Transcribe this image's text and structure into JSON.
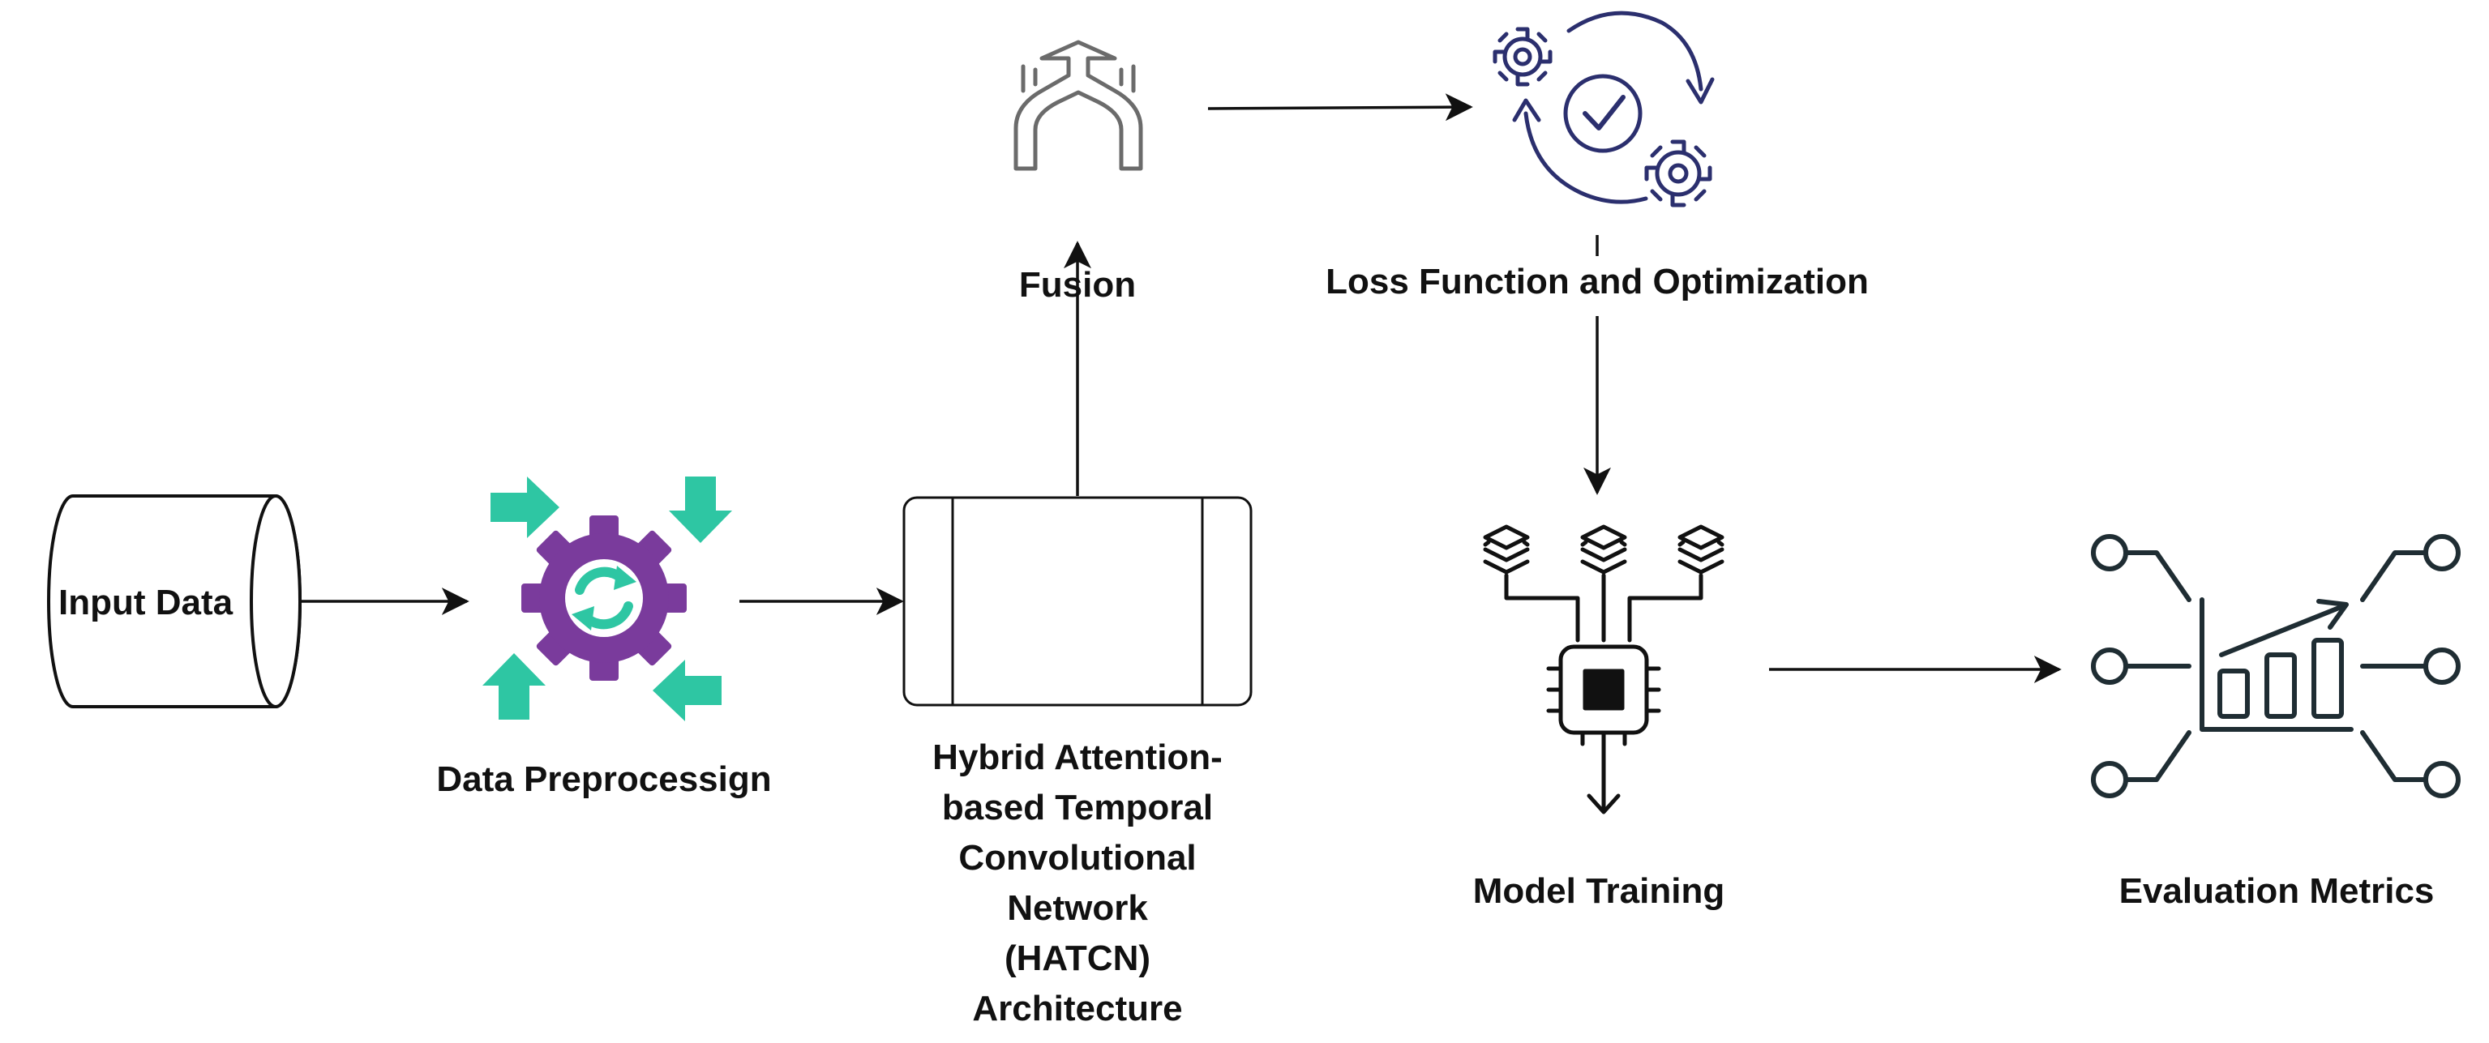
{
  "nodes": {
    "input": {
      "label": "Input Data",
      "shape": "cylinder"
    },
    "preprocess": {
      "label": "Data Preprocessign",
      "icon": "gear-refresh-arrows-icon"
    },
    "hatcn": {
      "label_lines": [
        "Hybrid Attention-",
        "based Temporal",
        "Convolutional",
        "Network",
        "(HATCN)",
        "Architecture"
      ],
      "shape": "process-box"
    },
    "fusion": {
      "label": "Fusion",
      "icon": "merge-arrows-icon"
    },
    "loss": {
      "label": "Loss Function and Optimization",
      "icon": "gears-cycle-check-icon"
    },
    "training": {
      "label": "Model Training",
      "icon": "layers-chip-icon"
    },
    "evaluation": {
      "label": "Evaluation Metrics",
      "icon": "chart-network-icon"
    }
  },
  "edges": [
    {
      "from": "input",
      "to": "preprocess"
    },
    {
      "from": "preprocess",
      "to": "hatcn"
    },
    {
      "from": "hatcn",
      "to": "fusion"
    },
    {
      "from": "fusion",
      "to": "loss"
    },
    {
      "from": "loss",
      "to": "training"
    },
    {
      "from": "training",
      "to": "evaluation"
    }
  ],
  "colors": {
    "line": "#111111",
    "gear": "#7a3b9c",
    "teal": "#2ec6a3",
    "navy": "#2b2f6e",
    "dark": "#1f2d33",
    "gray": "#6b6b6b"
  }
}
